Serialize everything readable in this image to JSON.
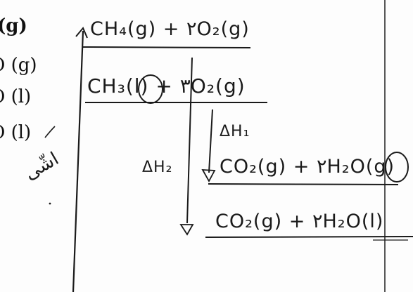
{
  "printed_states": [
    "(g)",
    "O (g)",
    "O (l)",
    "O (l)"
  ],
  "handwriting": {
    "level_1": "CH₄(g) + ٢O₂(g)",
    "level_2": "CH₃(l) + ٣O₂(g)",
    "level_3": "CO₂(g) + ٢H₂O(g)",
    "level_4": "CO₂(g) + ٢H₂O(l)",
    "delta_h1": "ΔH₁",
    "delta_h2": "ΔH₂",
    "margin_note": "اشّی"
  },
  "colors": {
    "ink": "#1a1a1a",
    "print": "#111111",
    "paper": "#fdfdfd"
  }
}
